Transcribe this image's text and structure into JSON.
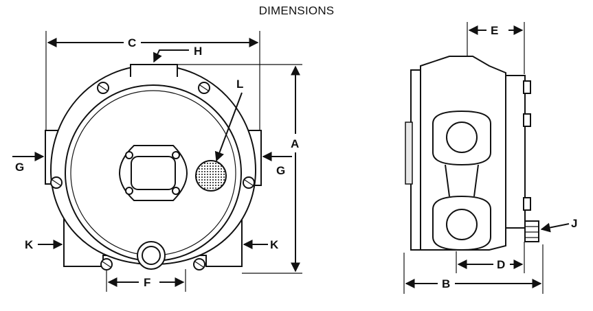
{
  "title": "DIMENSIONS",
  "labels": {
    "a": "A",
    "b": "B",
    "c": "C",
    "d": "D",
    "e": "E",
    "f": "F",
    "g_left": "G",
    "g_right": "G",
    "h": "H",
    "j": "J",
    "k_left": "K",
    "k_right": "K",
    "l": "L"
  },
  "colors": {
    "line": "#111111",
    "background": "#ffffff"
  }
}
